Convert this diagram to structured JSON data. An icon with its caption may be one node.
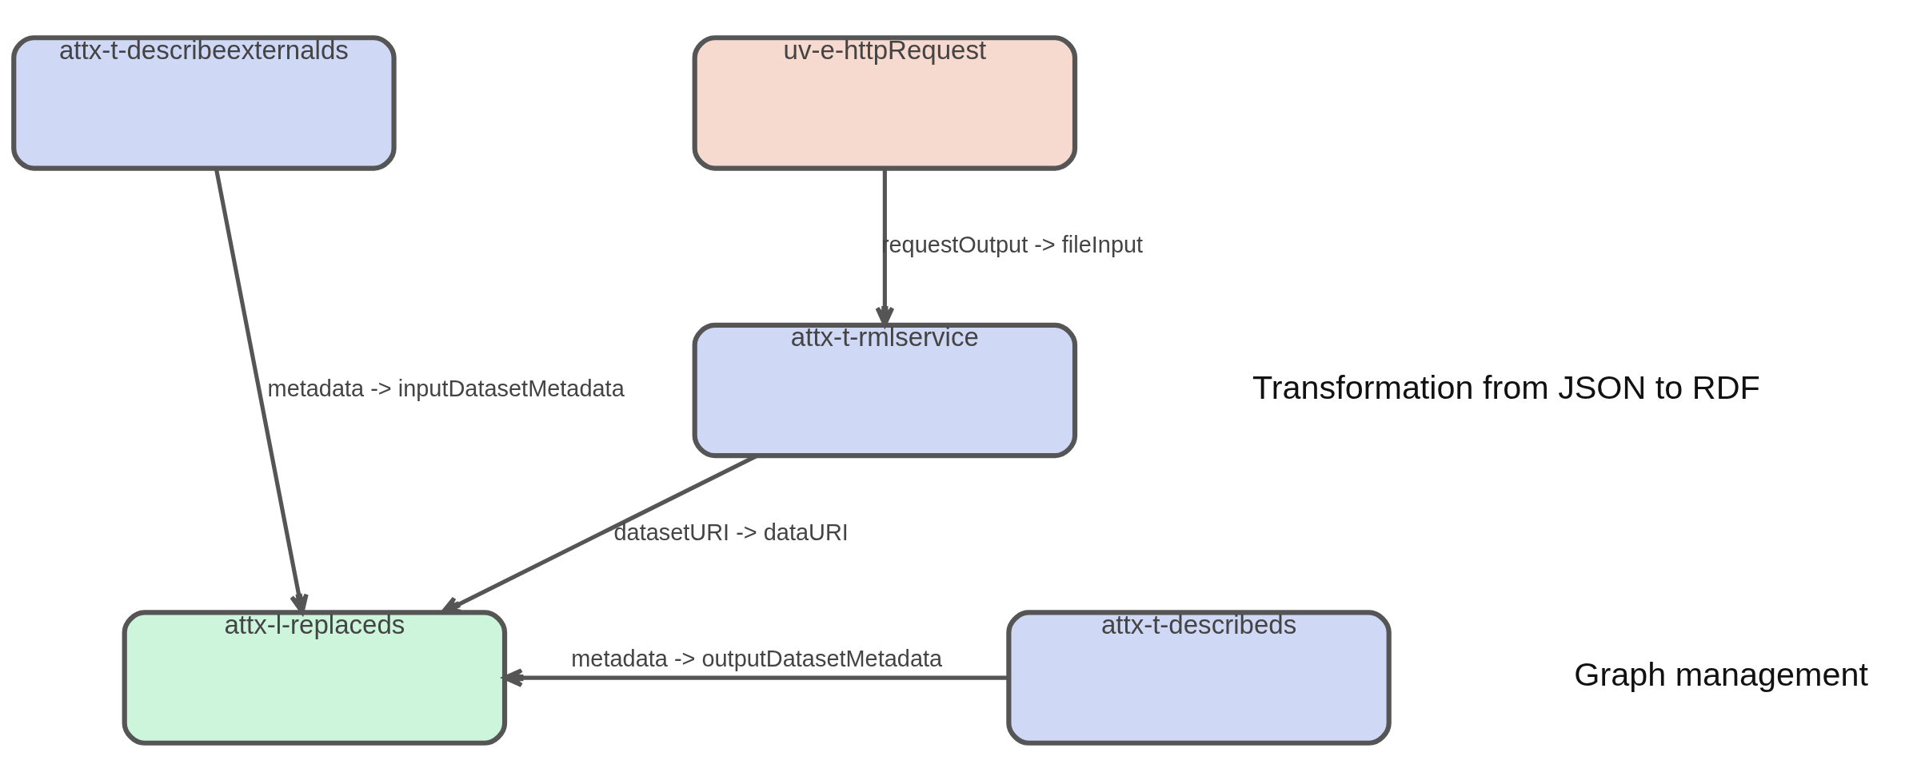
{
  "diagram": {
    "nodes": [
      {
        "text": [
          "attx-t-describeexternalds"
        ]
      },
      {
        "text": [
          "uv-e-httpRequest"
        ]
      },
      {
        "text": [
          "attx-t-rmlservice"
        ]
      },
      {
        "text": [
          "attx-l-replaceds"
        ]
      },
      {
        "text": [
          "attx-t-describeds"
        ]
      }
    ],
    "edges": [
      {
        "from": 0,
        "to": 3,
        "arrow": "to",
        "label": "metadata -> inputDatasetMetadata"
      },
      {
        "from": 1,
        "to": 2,
        "arrow": "to",
        "label": "requestOutput -> fileInput"
      },
      {
        "from": 2,
        "to": 3,
        "arrow": "to",
        "label": "datasetURI -> dataURI"
      },
      {
        "from": 4,
        "to": 3,
        "arrow": "to",
        "label": "metadata -> outputDatasetMetadata"
      }
    ],
    "labels": [
      "Transformation from JSON to RDF",
      "Graph management"
    ]
  }
}
